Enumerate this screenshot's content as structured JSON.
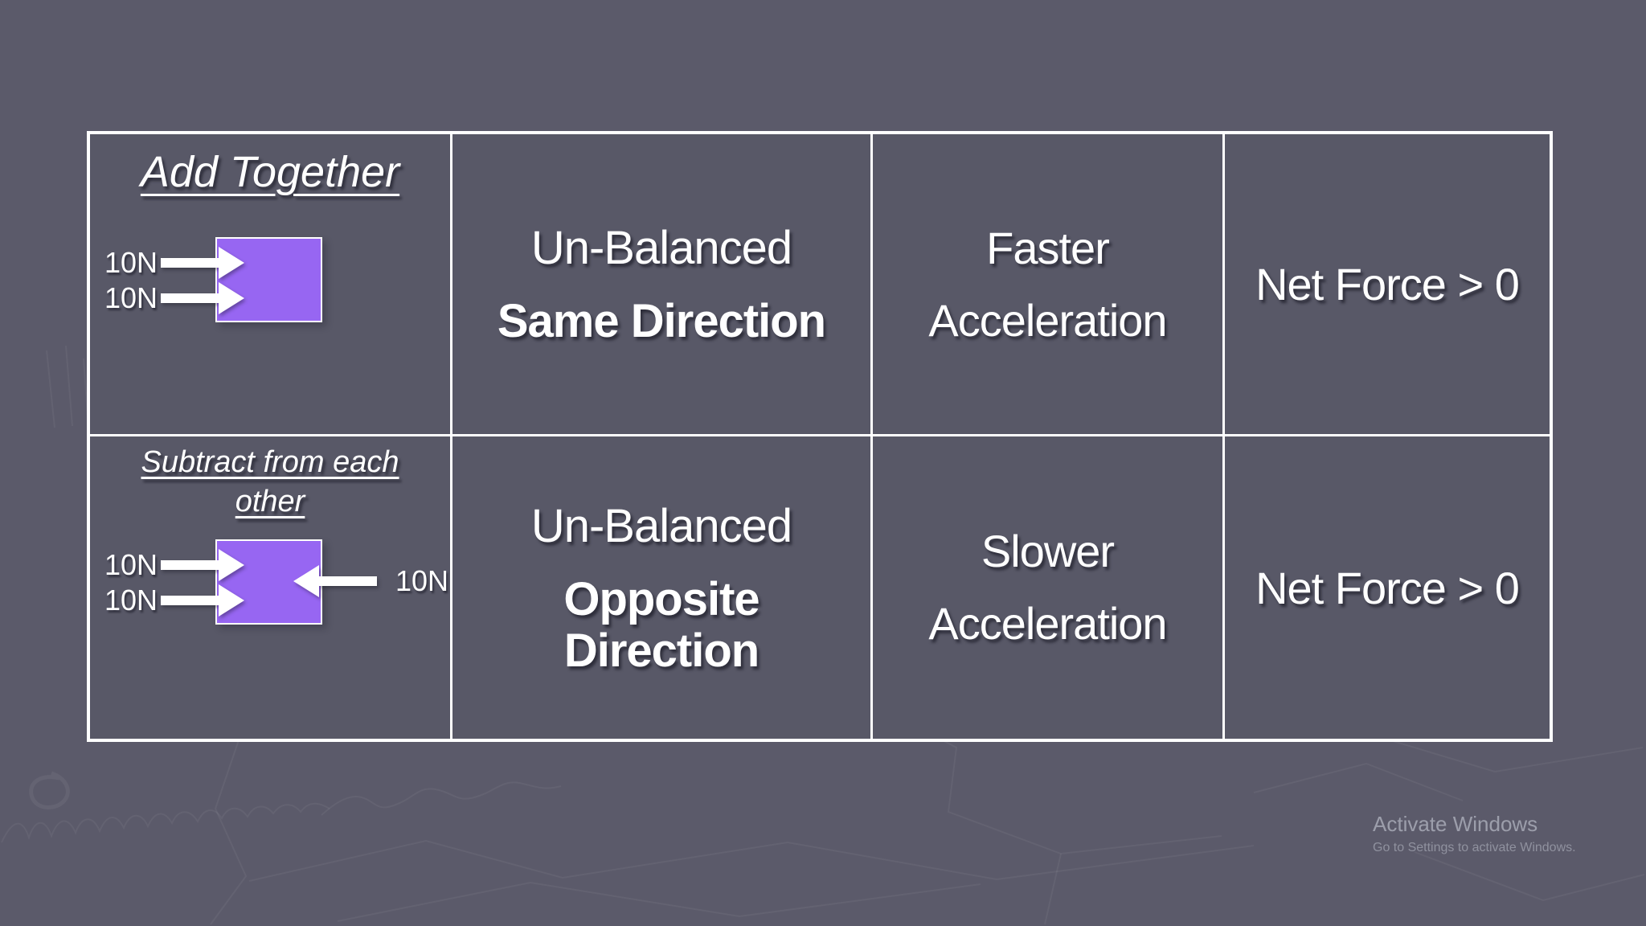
{
  "colors": {
    "page_background": "#5b5a6a",
    "cell_background": "#585867",
    "table_border": "#ffffff",
    "object_box_fill": "#9766f2",
    "object_box_border": "#ffffff",
    "arrow_fill": "#ffffff",
    "text": "#ffffff"
  },
  "table": {
    "rows": [
      {
        "method_heading_lines": [
          "Add Together"
        ],
        "left_force_labels": [
          "10N",
          "10N"
        ],
        "balance": {
          "normal": "Un-Balanced",
          "bold": [
            "Same Direction"
          ]
        },
        "acceleration_lines": [
          "Faster",
          "Acceleration"
        ],
        "net_force": "Net Force > 0"
      },
      {
        "method_heading_lines": [
          "Subtract from each",
          "other"
        ],
        "left_force_labels": [
          "10N",
          "10N"
        ],
        "right_force_label": "10N",
        "balance": {
          "normal": "Un-Balanced",
          "bold": [
            "Opposite",
            "Direction"
          ]
        },
        "acceleration_lines": [
          "Slower",
          "Acceleration"
        ],
        "net_force": "Net Force > 0"
      }
    ]
  },
  "watermark": {
    "title": "Activate Windows",
    "subtitle": "Go to Settings to activate Windows."
  }
}
